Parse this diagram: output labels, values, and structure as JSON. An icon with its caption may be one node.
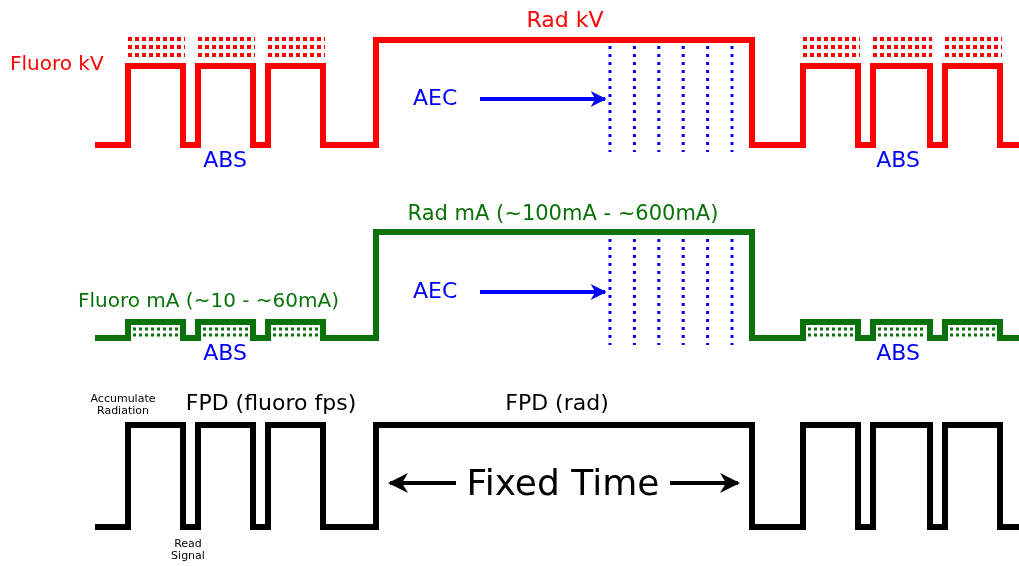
{
  "diagram": {
    "nodes": [
      {
        "text": [
          "AEC"
        ]
      },
      {
        "text": [],
        "shape": "bar"
      },
      {
        "text": [
          "AEC"
        ]
      },
      {
        "text": [],
        "shape": "bar"
      }
    ],
    "edges": [
      {
        "from": 0,
        "to": 1,
        "arrow": "to"
      },
      {
        "from": 2,
        "to": 3,
        "arrow": "to"
      }
    ],
    "labels": [
      "Rad kV",
      "Fluoro kV",
      "ABS",
      "ABS",
      "Rad mA (~100mA - ~600mA)",
      "Fluoro mA (~10 - ~60mA)",
      "ABS",
      "ABS",
      "Accumulate Radiation",
      "FPD (fluoro fps)",
      "FPD (rad)",
      "Fixed Time",
      "Read Signal"
    ]
  }
}
